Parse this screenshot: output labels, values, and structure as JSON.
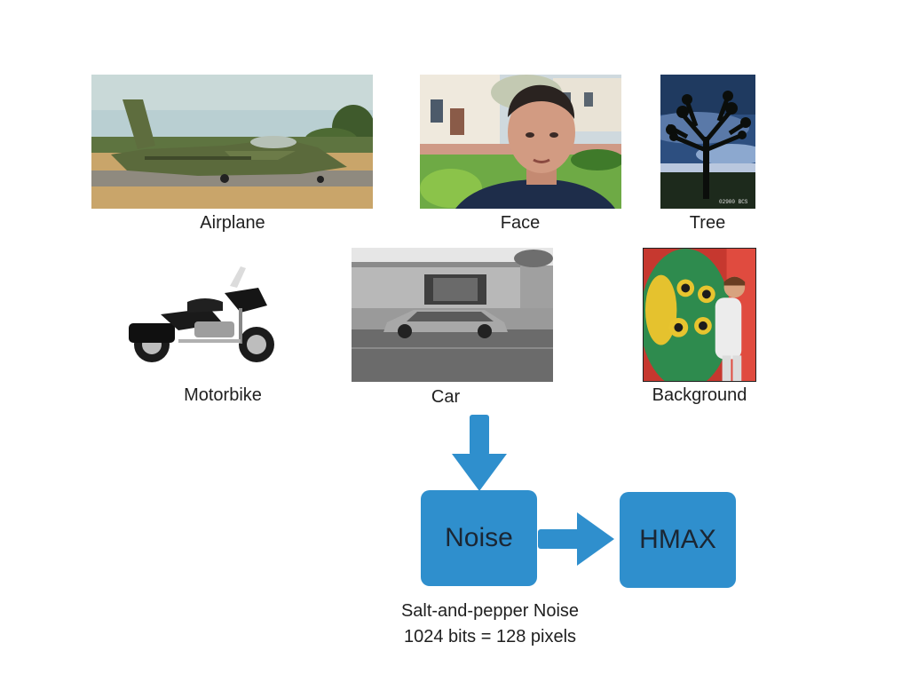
{
  "categories": {
    "airplane": "Airplane",
    "face": "Face",
    "tree": "Tree",
    "motorbike": "Motorbike",
    "car": "Car",
    "background": "Background"
  },
  "pipeline": {
    "noise_label": "Noise",
    "hmax_label": "HMAX",
    "note_line1": "Salt-and-pepper Noise",
    "note_line2": "1024 bits = 128 pixels"
  },
  "tree_photo_stamp": "02900 BCS",
  "colors": {
    "accent": "#2f8fcd",
    "box_text": "#1b2633"
  }
}
